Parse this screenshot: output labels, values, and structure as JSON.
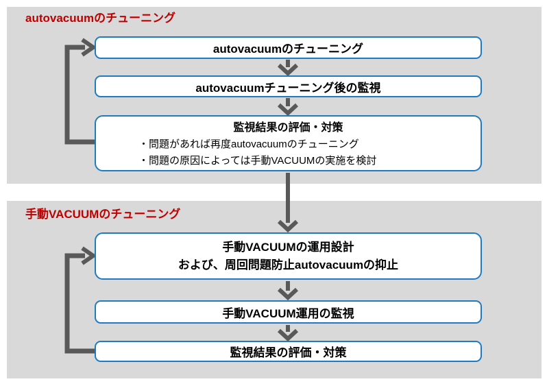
{
  "colors": {
    "panel_background": "#d9d9d9",
    "box_background": "#ffffff",
    "box_border": "#1f7ac0",
    "box_text": "#000000",
    "arrow": "#595959",
    "section_title": "#c00000"
  },
  "sections": [
    {
      "title": "autovacuumのチューニング",
      "boxes": [
        {
          "title": "autovacuumのチューニング"
        },
        {
          "title": "autovacuumチューニング後の監視"
        },
        {
          "title": "監視結果の評価・対策",
          "bullets": [
            "・問題があれば再度autovacuumのチューニング",
            "・問題の原因によっては手動VACUUMの実施を検討"
          ]
        }
      ]
    },
    {
      "title": "手動VACUUMのチューニング",
      "boxes": [
        {
          "title": "手動VACUUMの運用設計",
          "subtitle": "および、周回問題防止autovacuumの抑止"
        },
        {
          "title": "手動VACUUM運用の監視"
        },
        {
          "title": "監視結果の評価・対策"
        }
      ]
    }
  ]
}
